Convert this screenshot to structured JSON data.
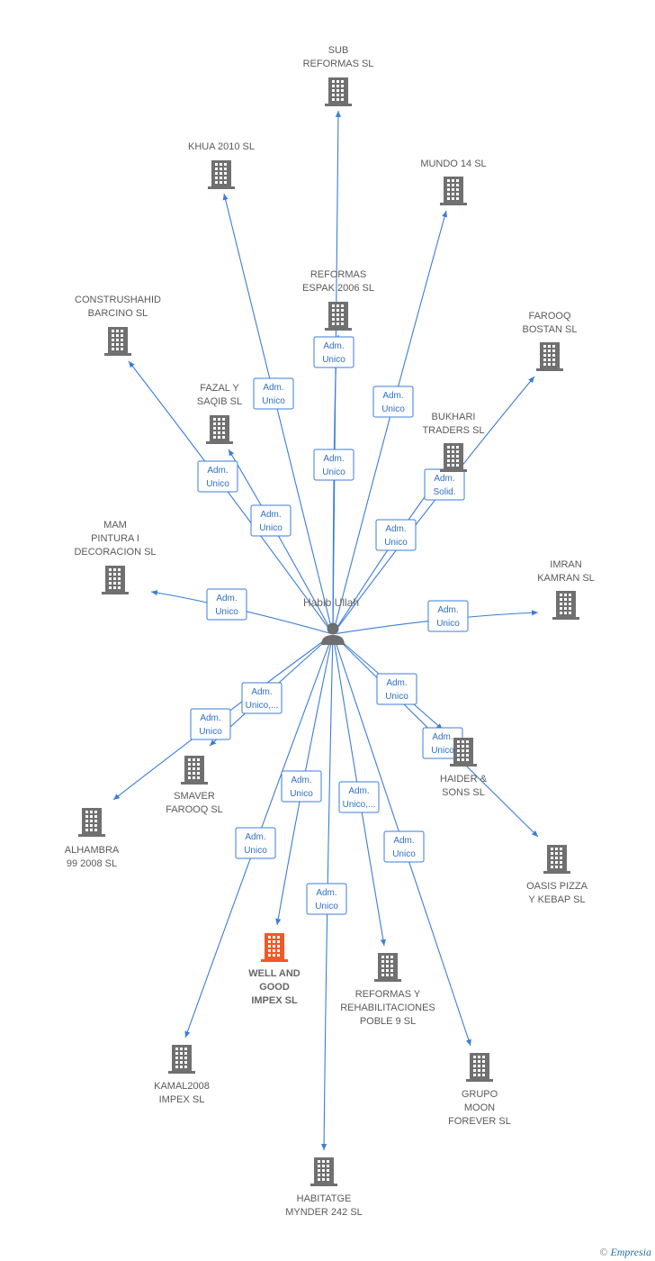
{
  "person": {
    "name": "Habib Ullah",
    "icon": "person-icon"
  },
  "companies": [
    {
      "id": "sub-reformas",
      "lines": [
        "SUB",
        "REFORMAS SL"
      ],
      "main": false
    },
    {
      "id": "khua-2010",
      "lines": [
        "KHUA 2010 SL"
      ],
      "main": false
    },
    {
      "id": "mundo-14",
      "lines": [
        "MUNDO 14 SL"
      ],
      "main": false
    },
    {
      "id": "reformas-espak",
      "lines": [
        "REFORMAS",
        "ESPAK 2006 SL"
      ],
      "main": false
    },
    {
      "id": "construshahid",
      "lines": [
        "CONSTRUSHAHID",
        "BARCINO SL"
      ],
      "main": false
    },
    {
      "id": "farooq-bostan",
      "lines": [
        "FAROOQ",
        "BOSTAN SL"
      ],
      "main": false
    },
    {
      "id": "fazal-saqib",
      "lines": [
        "FAZAL Y",
        "SAQIB SL"
      ],
      "main": false
    },
    {
      "id": "bukhari-traders",
      "lines": [
        "BUKHARI",
        "TRADERS SL"
      ],
      "main": false
    },
    {
      "id": "mam-pintura",
      "lines": [
        "MAM",
        "PINTURA I",
        "DECORACION SL"
      ],
      "main": false
    },
    {
      "id": "imran-kamran",
      "lines": [
        "IMRAN",
        "KAMRAN SL"
      ],
      "main": false
    },
    {
      "id": "smaver-farooq",
      "lines": [
        "SMAVER",
        "FAROOQ SL"
      ],
      "main": false
    },
    {
      "id": "haider-sons",
      "lines": [
        "HAIDER &",
        "SONS SL"
      ],
      "main": false
    },
    {
      "id": "alhambra",
      "lines": [
        "ALHAMBRA",
        "99 2008 SL"
      ],
      "main": false
    },
    {
      "id": "oasis-pizza",
      "lines": [
        "OASIS PIZZA",
        "Y KEBAP SL"
      ],
      "main": false
    },
    {
      "id": "well-and-good",
      "lines": [
        "WELL AND",
        "GOOD",
        "IMPEX SL"
      ],
      "main": true
    },
    {
      "id": "reformas-rehab",
      "lines": [
        "REFORMAS Y",
        "REHABILITACIONES",
        "POBLE 9 SL"
      ],
      "main": false
    },
    {
      "id": "kamal2008",
      "lines": [
        "KAMAL2008",
        "IMPEX SL"
      ],
      "main": false
    },
    {
      "id": "grupo-moon",
      "lines": [
        "GRUPO",
        "MOON",
        "FOREVER SL"
      ],
      "main": false
    },
    {
      "id": "habitatge-mynder",
      "lines": [
        "HABITATGE",
        "MYNDER 242 SL"
      ],
      "main": false
    }
  ],
  "edges": [
    {
      "to": "sub-reformas",
      "role": [
        "Adm.",
        "Unico"
      ]
    },
    {
      "to": "khua-2010",
      "role": [
        "Adm.",
        "Unico"
      ]
    },
    {
      "to": "mundo-14",
      "role": [
        "Adm.",
        "Unico"
      ]
    },
    {
      "to": "reformas-espak",
      "role": [
        "Adm.",
        "Unico"
      ]
    },
    {
      "to": "construshahid",
      "role": [
        "Adm.",
        "Unico"
      ]
    },
    {
      "to": "farooq-bostan",
      "role": [
        "Adm.",
        "Solid."
      ]
    },
    {
      "to": "fazal-saqib",
      "role": [
        "Adm.",
        "Unico"
      ]
    },
    {
      "to": "bukhari-traders",
      "role": [
        "Adm.",
        "Unico"
      ]
    },
    {
      "to": "mam-pintura",
      "role": [
        "Adm.",
        "Unico"
      ]
    },
    {
      "to": "imran-kamran",
      "role": [
        "Adm.",
        "Unico"
      ]
    },
    {
      "to": "smaver-farooq",
      "role": [
        "Adm.",
        "Unico,..."
      ]
    },
    {
      "to": "haider-sons",
      "role": [
        "Adm.",
        "Unico"
      ]
    },
    {
      "to": "alhambra",
      "role": [
        "Adm.",
        "Unico"
      ]
    },
    {
      "to": "oasis-pizza",
      "role": [
        "Adm.",
        "Unico"
      ]
    },
    {
      "to": "well-and-good",
      "role": [
        "Adm.",
        "Unico"
      ]
    },
    {
      "to": "reformas-rehab",
      "role": [
        "Adm.",
        "Unico,..."
      ]
    },
    {
      "to": "kamal2008",
      "role": [
        "Adm.",
        "Unico"
      ]
    },
    {
      "to": "grupo-moon",
      "role": [
        "Adm.",
        "Unico"
      ]
    },
    {
      "to": "habitatge-mynder",
      "role": [
        "Adm.",
        "Unico"
      ]
    }
  ],
  "colors": {
    "edge": "#3b7dd8",
    "building": "#707070",
    "building_main": "#f05a28"
  },
  "footer": {
    "copyright": "©",
    "brand": "Empresia"
  }
}
